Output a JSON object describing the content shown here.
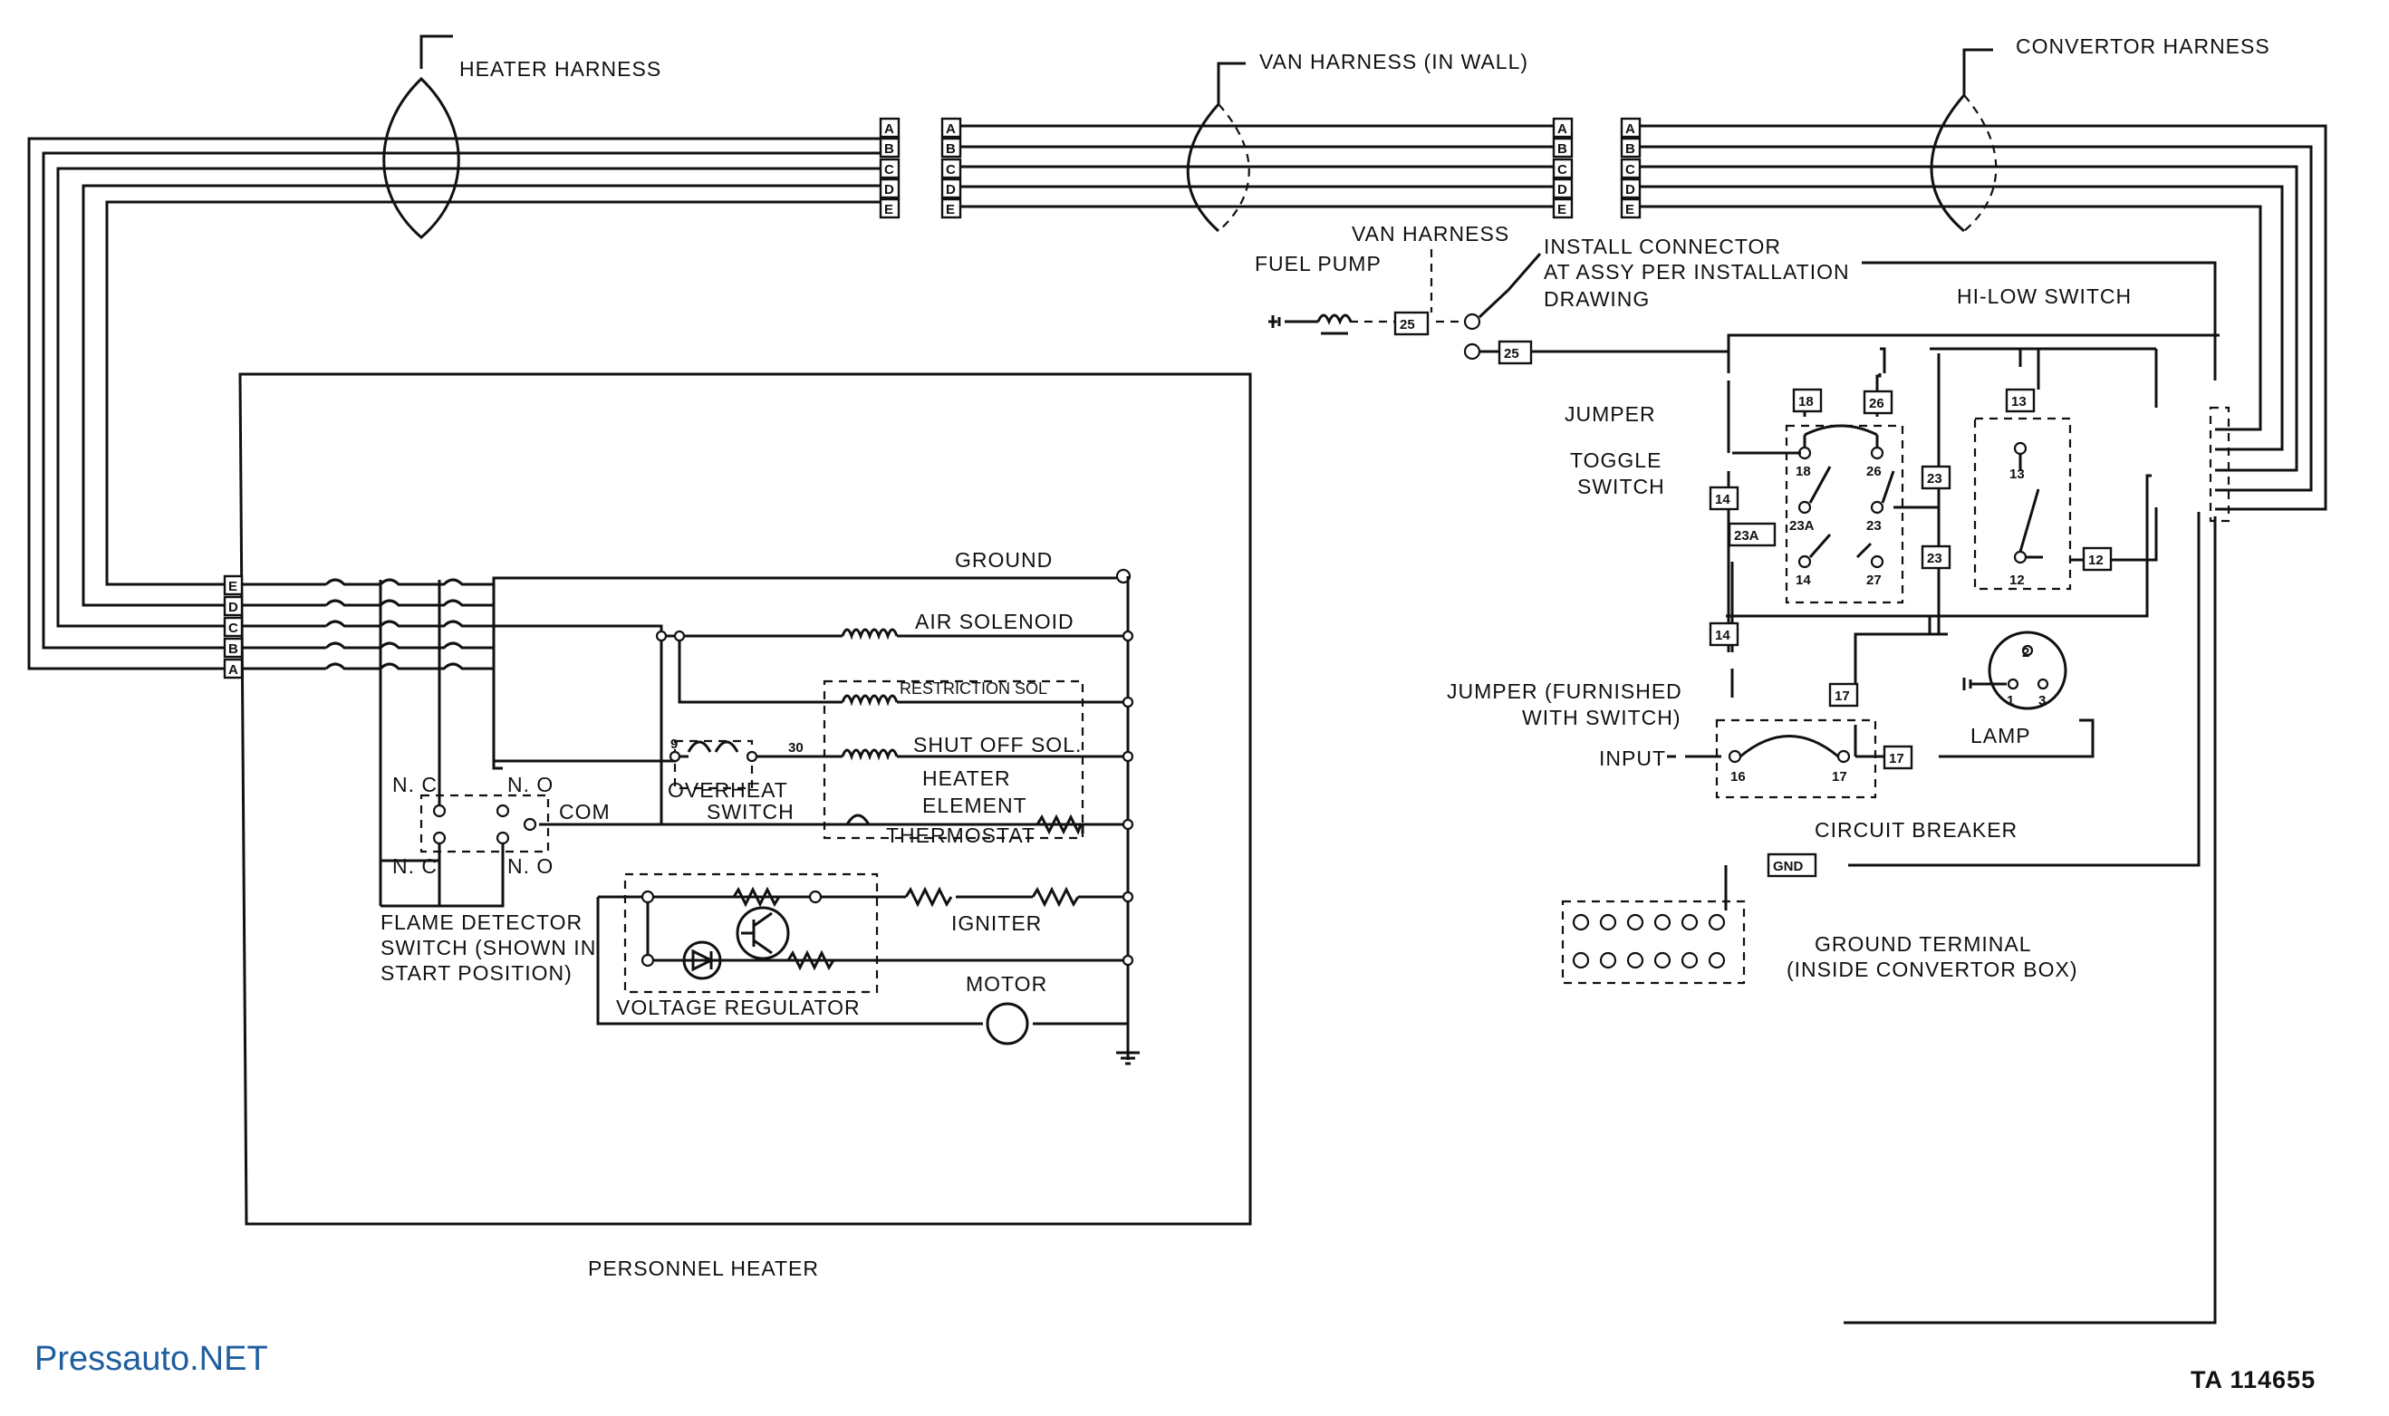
{
  "labels": {
    "heater_harness": "HEATER HARNESS",
    "van_harness_wall": "VAN HARNESS (IN WALL)",
    "convertor_harness": "CONVERTOR HARNESS",
    "fuel_pump": "FUEL PUMP",
    "van_harness": "VAN HARNESS",
    "install_connector": [
      "INSTALL CONNECTOR",
      "AT ASSY PER INSTALLATION",
      "DRAWING"
    ],
    "hi_low_switch": "HI-LOW SWITCH",
    "jumper": "JUMPER",
    "toggle_switch": [
      "TOGGLE",
      "SWITCH"
    ],
    "jumper_furnished": [
      "JUMPER (FURNISHED",
      "WITH SWITCH)"
    ],
    "input": "INPUT",
    "lamp": "LAMP",
    "circuit_breaker": "CIRCUIT BREAKER",
    "ground_terminal": [
      "GROUND TERMINAL",
      "(INSIDE CONVERTOR BOX)"
    ],
    "ground": "GROUND",
    "air_solenoid": "AIR SOLENOID",
    "restriction_sol": "RESTRICTION SOL",
    "shut_off_sol": "SHUT OFF SOL.",
    "heater_element": [
      "HEATER",
      "ELEMENT"
    ],
    "thermostat": "THERMOSTAT",
    "overheat_switch": [
      "OVERHEAT",
      "SWITCH"
    ],
    "igniter": "IGNITER",
    "motor": "MOTOR",
    "voltage_regulator": "VOLTAGE REGULATOR",
    "flame_detector": [
      "FLAME DETECTOR",
      "SWITCH (SHOWN IN",
      "START POSITION)"
    ],
    "nc": "N. C",
    "no": "N. O",
    "com": "COM",
    "personnel_heater": "PERSONNEL HEATER",
    "gnd": "GND",
    "overheat_pin_left": "9",
    "overheat_pin_right": "30"
  },
  "connector_pins": [
    "A",
    "B",
    "C",
    "D",
    "E"
  ],
  "heater_pins": [
    "E",
    "D",
    "C",
    "B",
    "A"
  ],
  "wire_tags": {
    "t25a": "25",
    "t25b": "25",
    "t18": "18",
    "t26": "26",
    "t13": "13",
    "t14a": "14",
    "t23a": "23",
    "t23b": "23",
    "t23A": "23A",
    "t12": "12",
    "t14b": "14",
    "t17a": "17",
    "t17b": "17"
  },
  "terminal_numbers": {
    "n18": "18",
    "n26": "26",
    "n23A": "23A",
    "n23": "23",
    "n14": "14",
    "n27": "27",
    "n13": "13",
    "n12": "12",
    "n16": "16",
    "n17": "17",
    "lamp2": "2",
    "lamp1": "1",
    "lamp3": "3"
  },
  "footer": {
    "watermark": "Pressauto.NET",
    "ta_number": "TA 114655"
  }
}
